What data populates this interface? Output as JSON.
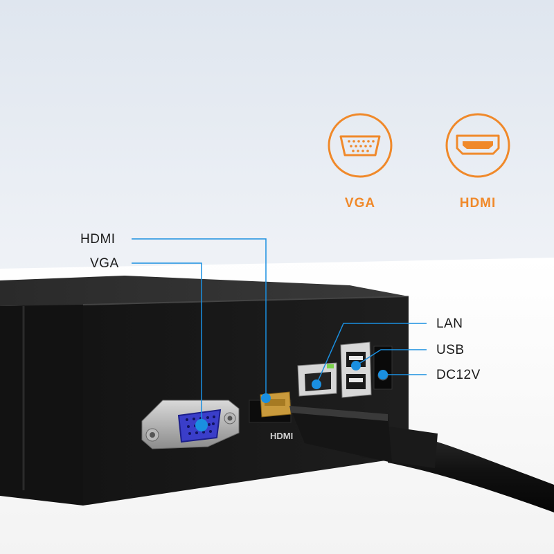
{
  "features": [
    {
      "label": "VGA",
      "icon": "vga-port-icon"
    },
    {
      "label": "HDMI",
      "icon": "hdmi-port-icon"
    }
  ],
  "callouts": {
    "hdmi": "HDMI",
    "vga": "VGA",
    "lan": "LAN",
    "usb": "USB",
    "dc": "DC12V"
  },
  "device": {
    "port_marking_hdmi": "HDMI"
  },
  "colors": {
    "accent_orange": "#f0892a",
    "callout_blue": "#1a8fe0",
    "device_black": "#161616"
  }
}
